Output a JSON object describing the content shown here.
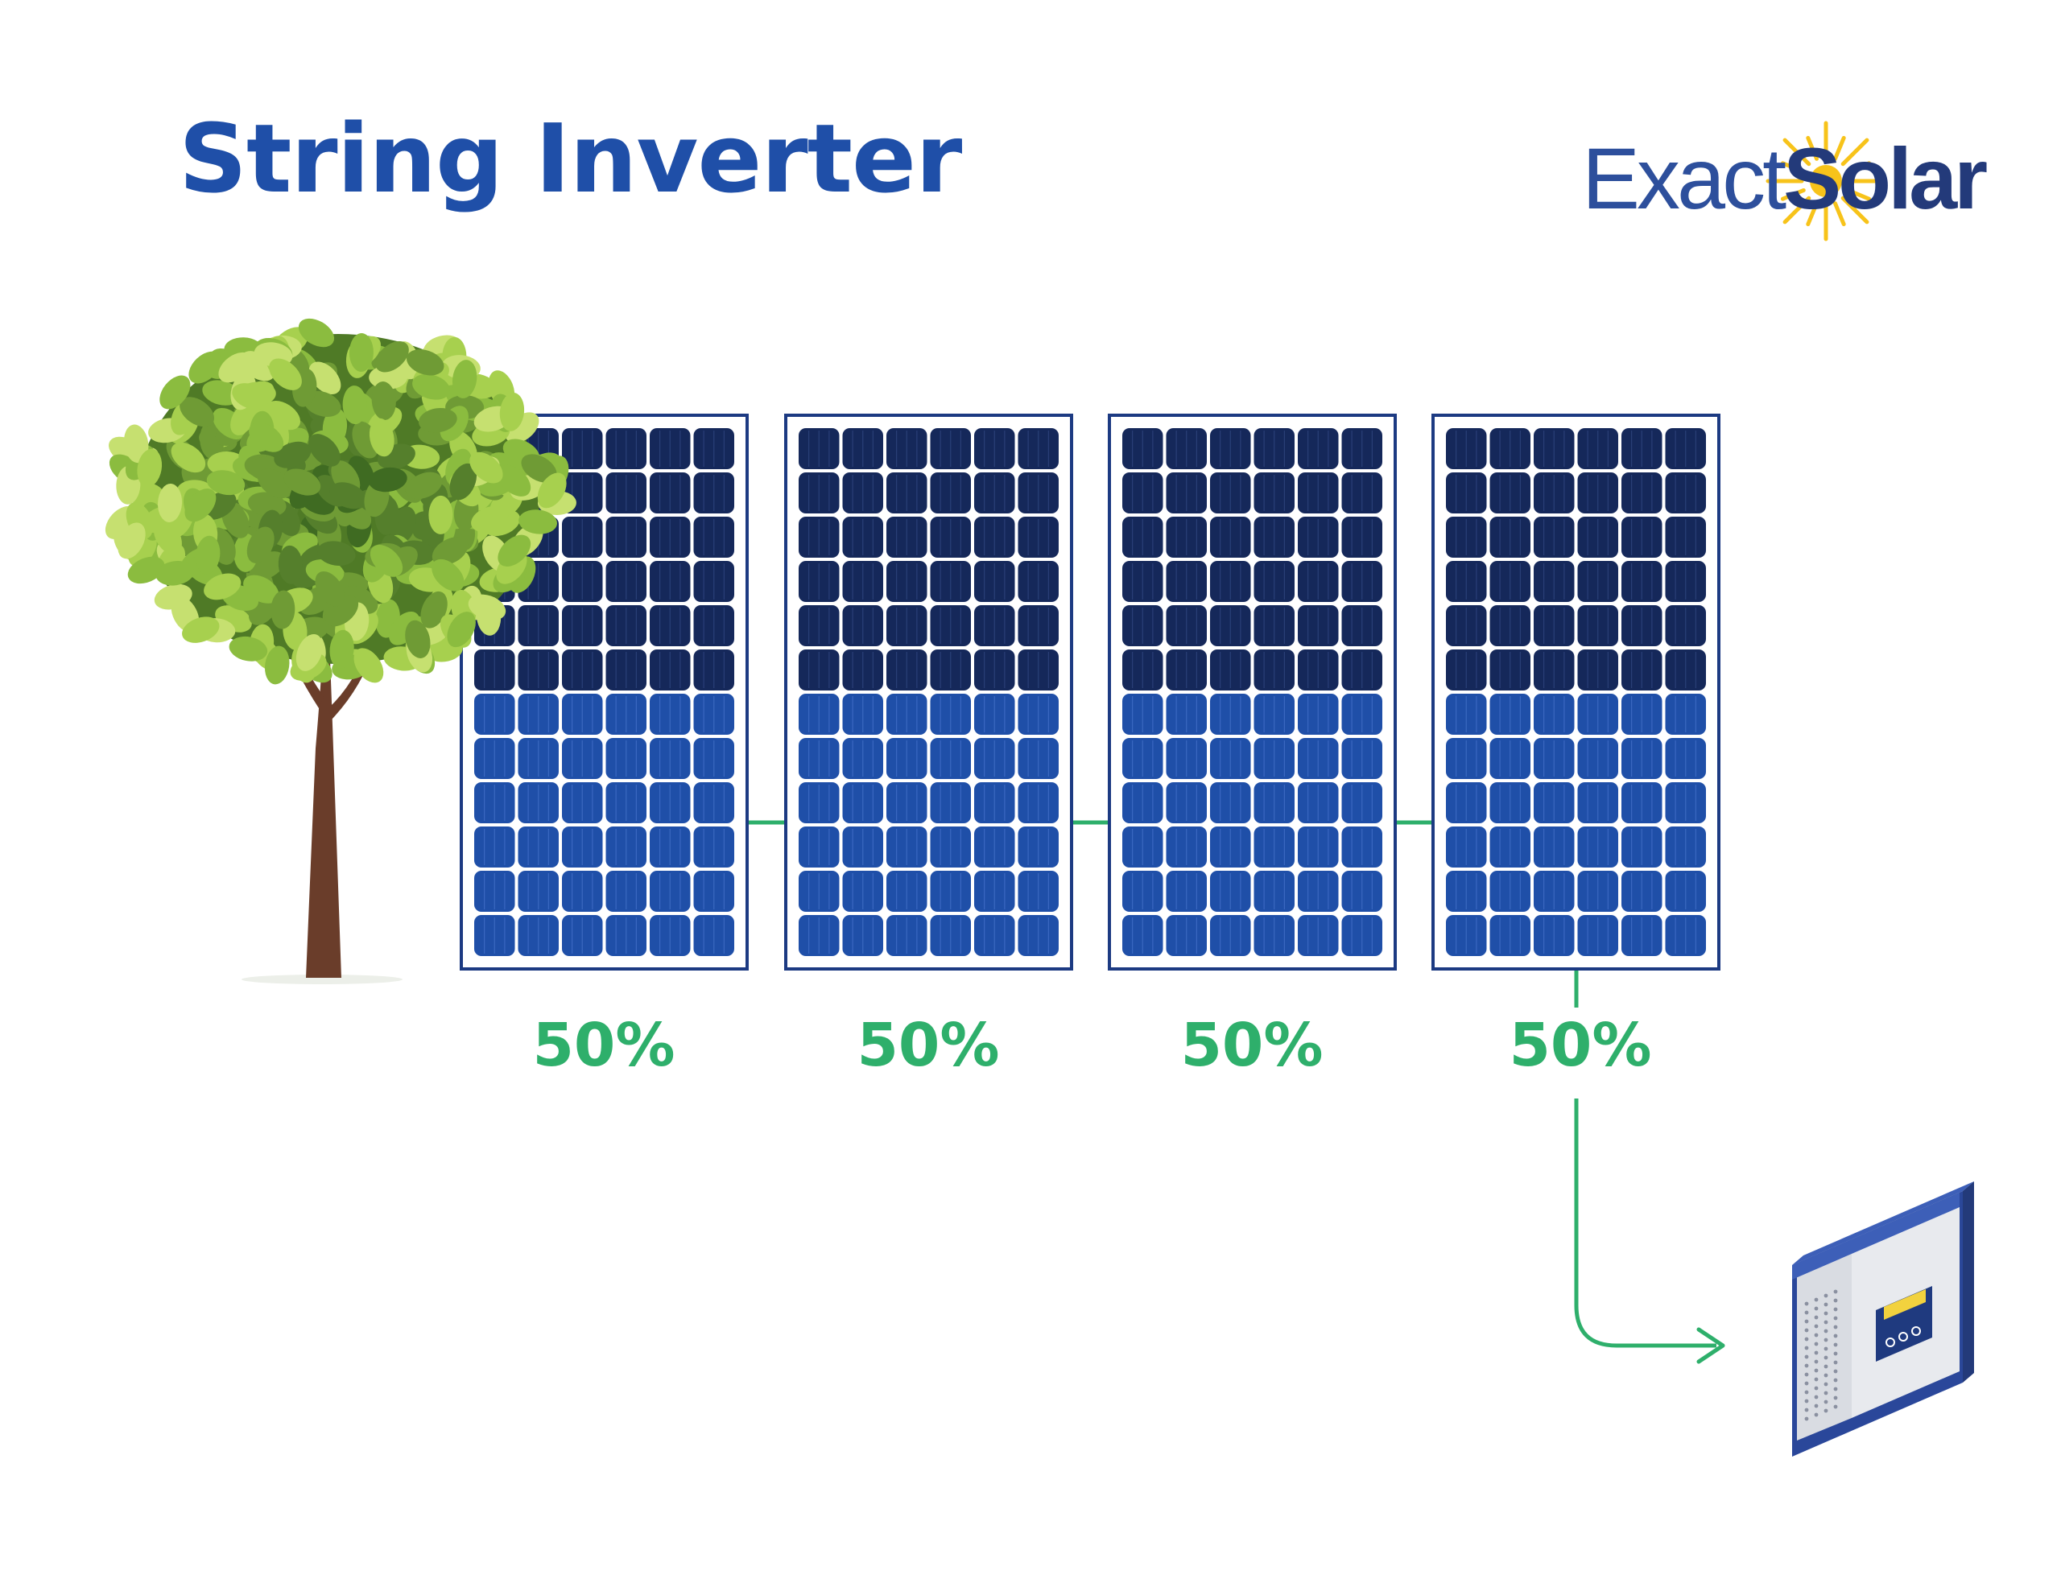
{
  "title": "String Inverter",
  "logo": {
    "word1": "Exact",
    "word2": "Solar"
  },
  "panels": [
    {
      "label": "50%"
    },
    {
      "label": "50%"
    },
    {
      "label": "50%"
    },
    {
      "label": "50%"
    }
  ],
  "icons": [
    "tree-icon",
    "solar-panel-icon",
    "inverter-icon",
    "sun-icon",
    "arrow-icon"
  ],
  "colors": {
    "title": "#1f4fa8",
    "logo_exact": "#2d4f9c",
    "logo_solar": "#233a7a",
    "sun": "#f7c31a",
    "label": "#2eaf6b",
    "wire": "#2eaf6b",
    "panel_frame": "#1c3a82",
    "cell_dark": "#15285a",
    "cell_light": "#1f4fa8",
    "inverter_blue": "#2a479a",
    "inverter_face": "#e8eaee"
  }
}
